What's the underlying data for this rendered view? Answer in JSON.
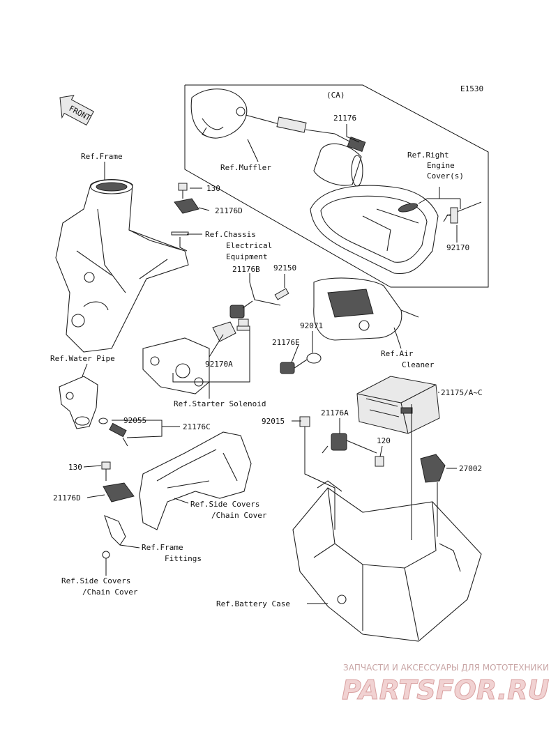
{
  "diagram_code": "E1530",
  "region_label": "(CA)",
  "front_label": "FRONT",
  "labels": {
    "p21176_ca": "21176",
    "ref_muffler": "Ref.Muffler",
    "ref_right_engine_cover": [
      "Ref.Right",
      "Engine",
      "Cover(s)"
    ],
    "p92170": "92170",
    "ref_frame": "Ref.Frame",
    "p130_top": "130",
    "p21176d_top": "21176D",
    "ref_chassis": [
      "Ref.Chassis",
      "Electrical",
      "Equipment"
    ],
    "p21176b": "21176B",
    "p92150": "92150",
    "p92071": "92071",
    "p21176e": "21176E",
    "ref_air_cleaner": [
      "Ref.Air",
      "Cleaner"
    ],
    "ref_water_pipe": "Ref.Water Pipe",
    "p92170a": "92170A",
    "ref_starter_solenoid": "Ref.Starter Solenoid",
    "p21175": "21175/A~C",
    "p92015": "92015",
    "p21176a": "21176A",
    "p92055": "92055",
    "p21176c": "21176C",
    "p120": "120",
    "p27002": "27002",
    "p130_bottom": "130",
    "p21176d_bottom": "21176D",
    "ref_side_covers_mid": [
      "Ref.Side Covers",
      "/Chain Cover"
    ],
    "ref_frame_fittings": [
      "Ref.Frame",
      "Fittings"
    ],
    "ref_side_covers_bottom": [
      "Ref.Side Covers",
      "/Chain Cover"
    ],
    "ref_battery_case": "Ref.Battery Case"
  },
  "watermark": {
    "tagline": "ЗАПЧАСТИ И АКСЕССУАРЫ ДЛЯ МОТОТЕХНИКИ",
    "brand": "PARTSFOR.RU"
  }
}
